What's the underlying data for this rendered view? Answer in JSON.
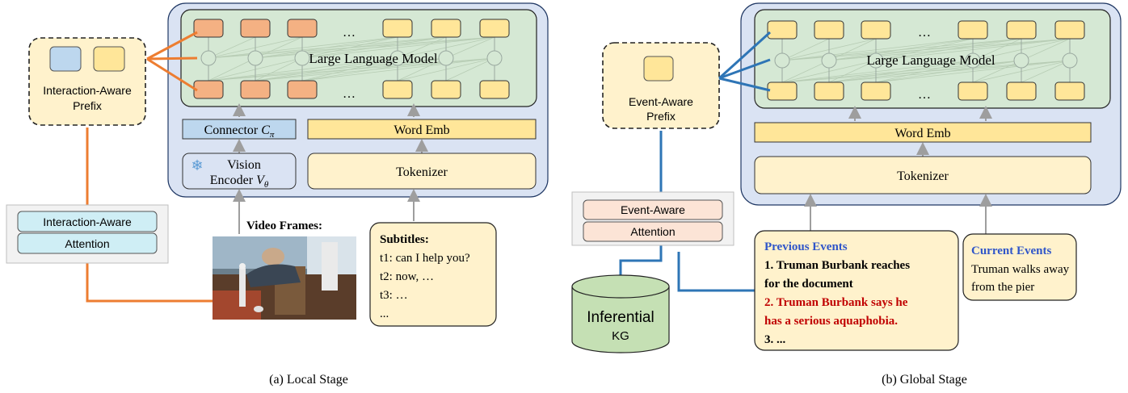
{
  "local": {
    "llm_label": "Large Language Model",
    "prefix_line1": "Interaction-Aware",
    "prefix_line2": "Prefix",
    "connector_label": "Connector ",
    "connector_symbol": "C",
    "connector_sub": "π",
    "word_emb": "Word Emb",
    "vision_line1": "Vision",
    "vision_line2": "Encoder ",
    "vision_symbol": "V",
    "vision_sub": "θ",
    "tokenizer": "Tokenizer",
    "attention_line1": "Interaction-Aware",
    "attention_line2": "Attention",
    "video_frames": "Video Frames:",
    "subtitles_title": "Subtitles:",
    "subtitles_lines": [
      "t1: can I help you?",
      "t2:  now, …",
      "t3: …",
      "..."
    ],
    "ellipsis": "…",
    "caption": "(a) Local Stage"
  },
  "global": {
    "llm_label": "Large Language Model",
    "prefix_line1": "Event-Aware",
    "prefix_line2": "Prefix",
    "word_emb": "Word Emb",
    "tokenizer": "Tokenizer",
    "attention_line1": "Event-Aware",
    "attention_line2": "Attention",
    "kg_line1": "Inferential",
    "kg_line2": "KG",
    "prev_title": "Previous Events",
    "prev_line1": "1. Truman Burbank reaches",
    "prev_line2": "for the document",
    "prev_line3": "2. Truman Burbank says he",
    "prev_line4": "has a serious aquaphobia.",
    "prev_line5": "3. ...",
    "curr_title": "Current Events",
    "curr_line1": "Truman walks away",
    "curr_line2": "from the pier",
    "ellipsis": "…",
    "caption": "(b) Global Stage"
  },
  "colors": {
    "outer_panel": "#dae3f3",
    "llm_green": "#d5e8d4",
    "token_red": "#f4b183",
    "token_yellow": "#ffe699",
    "token_blue": "#bdd7ee",
    "input_cream": "#fff2cc",
    "attention_blue": "#cfeef5",
    "attention_orange": "#fce4d6",
    "kg_green": "#c5e0b4",
    "orange_link": "#ed7d31",
    "blue_link": "#2e75b6",
    "prev_title_blue": "#2f55c9",
    "prev_red": "#c00000"
  }
}
